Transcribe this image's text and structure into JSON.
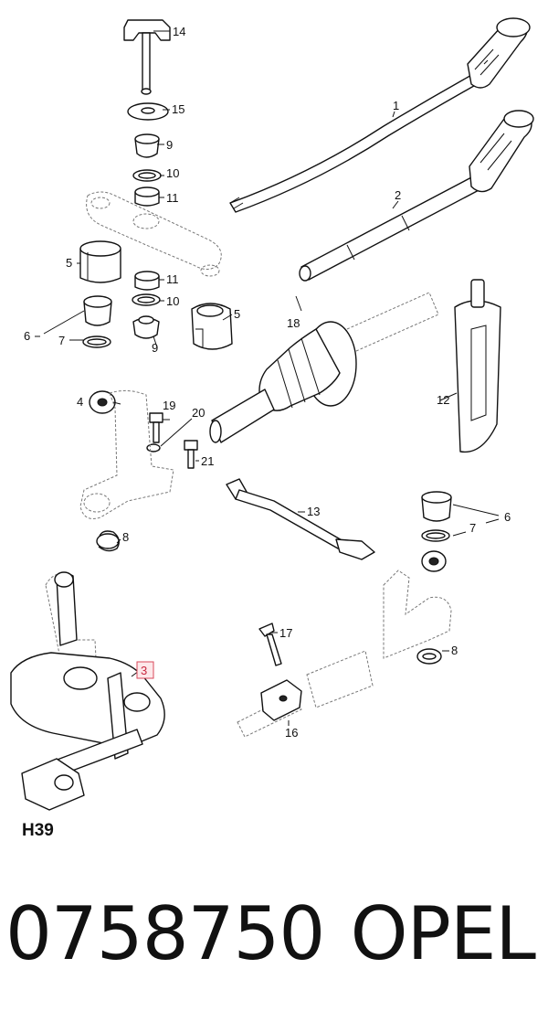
{
  "diagram": {
    "code": "H39",
    "labels": {
      "l1": "1",
      "l2": "2",
      "l3": "3",
      "l4": "4",
      "l5a": "5",
      "l5b": "5",
      "l6a": "6",
      "l6b": "6",
      "l7a": "7",
      "l7b": "7",
      "l8a": "8",
      "l8b": "8",
      "l9a": "9",
      "l9b": "9",
      "l10a": "10",
      "l10b": "10",
      "l11a": "11",
      "l11b": "11",
      "l12": "12",
      "l13": "13",
      "l14": "14",
      "l15": "15",
      "l16": "16",
      "l17": "17",
      "l18": "18",
      "l19": "19",
      "l20": "20",
      "l21": "21"
    },
    "highlighted_part": "3",
    "highlight_color": "#d9485b"
  },
  "footer": {
    "part_number": "0758750",
    "brand": "OPEL"
  }
}
